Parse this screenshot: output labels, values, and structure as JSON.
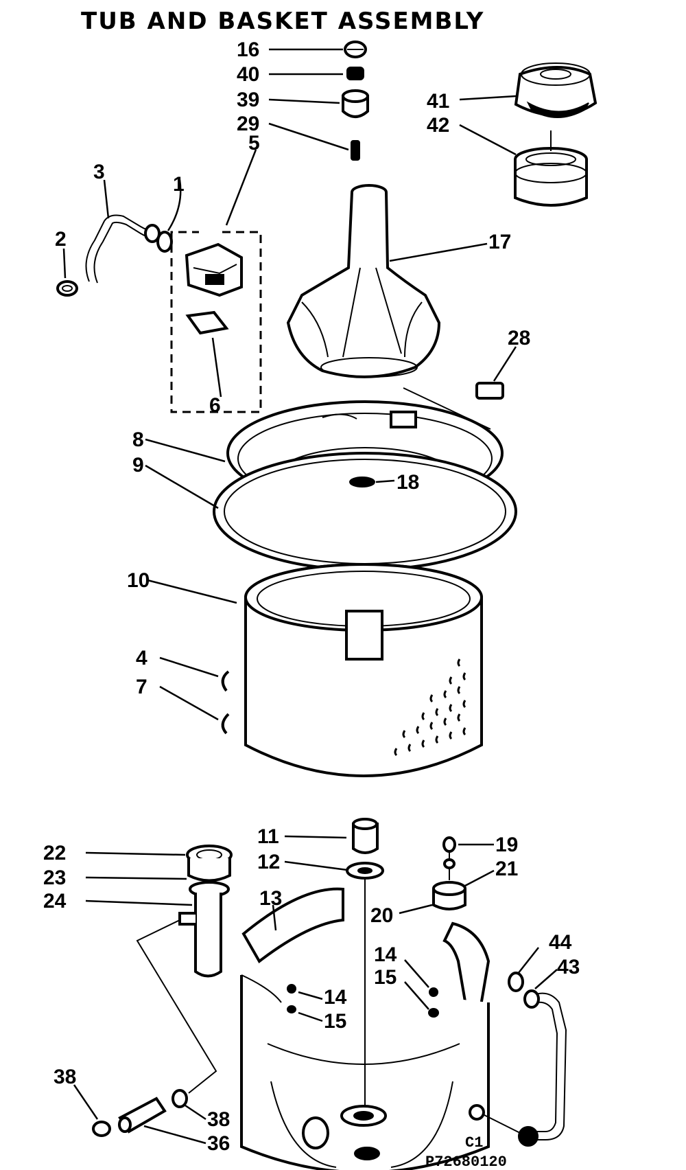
{
  "title": "TUB AND BASKET ASSEMBLY",
  "callouts": {
    "p16": "16",
    "p40": "40",
    "p39": "39",
    "p29": "29",
    "p5": "5",
    "p41": "41",
    "p42": "42",
    "p3": "3",
    "p1": "1",
    "p2": "2",
    "p17": "17",
    "p28": "28",
    "p6": "6",
    "p8": "8",
    "p9": "9",
    "p18": "18",
    "p10": "10",
    "p4": "4",
    "p7": "7",
    "p11": "11",
    "p12": "12",
    "p13": "13",
    "p19": "19",
    "p21": "21",
    "p20": "20",
    "p22": "22",
    "p23": "23",
    "p24": "24",
    "p14a": "14",
    "p15a": "15",
    "p14b": "14",
    "p15b": "15",
    "p44": "44",
    "p43": "43",
    "p38a": "38",
    "p38b": "38",
    "p36": "36"
  },
  "footer": {
    "code": "C1",
    "part_number": "P72680120"
  }
}
